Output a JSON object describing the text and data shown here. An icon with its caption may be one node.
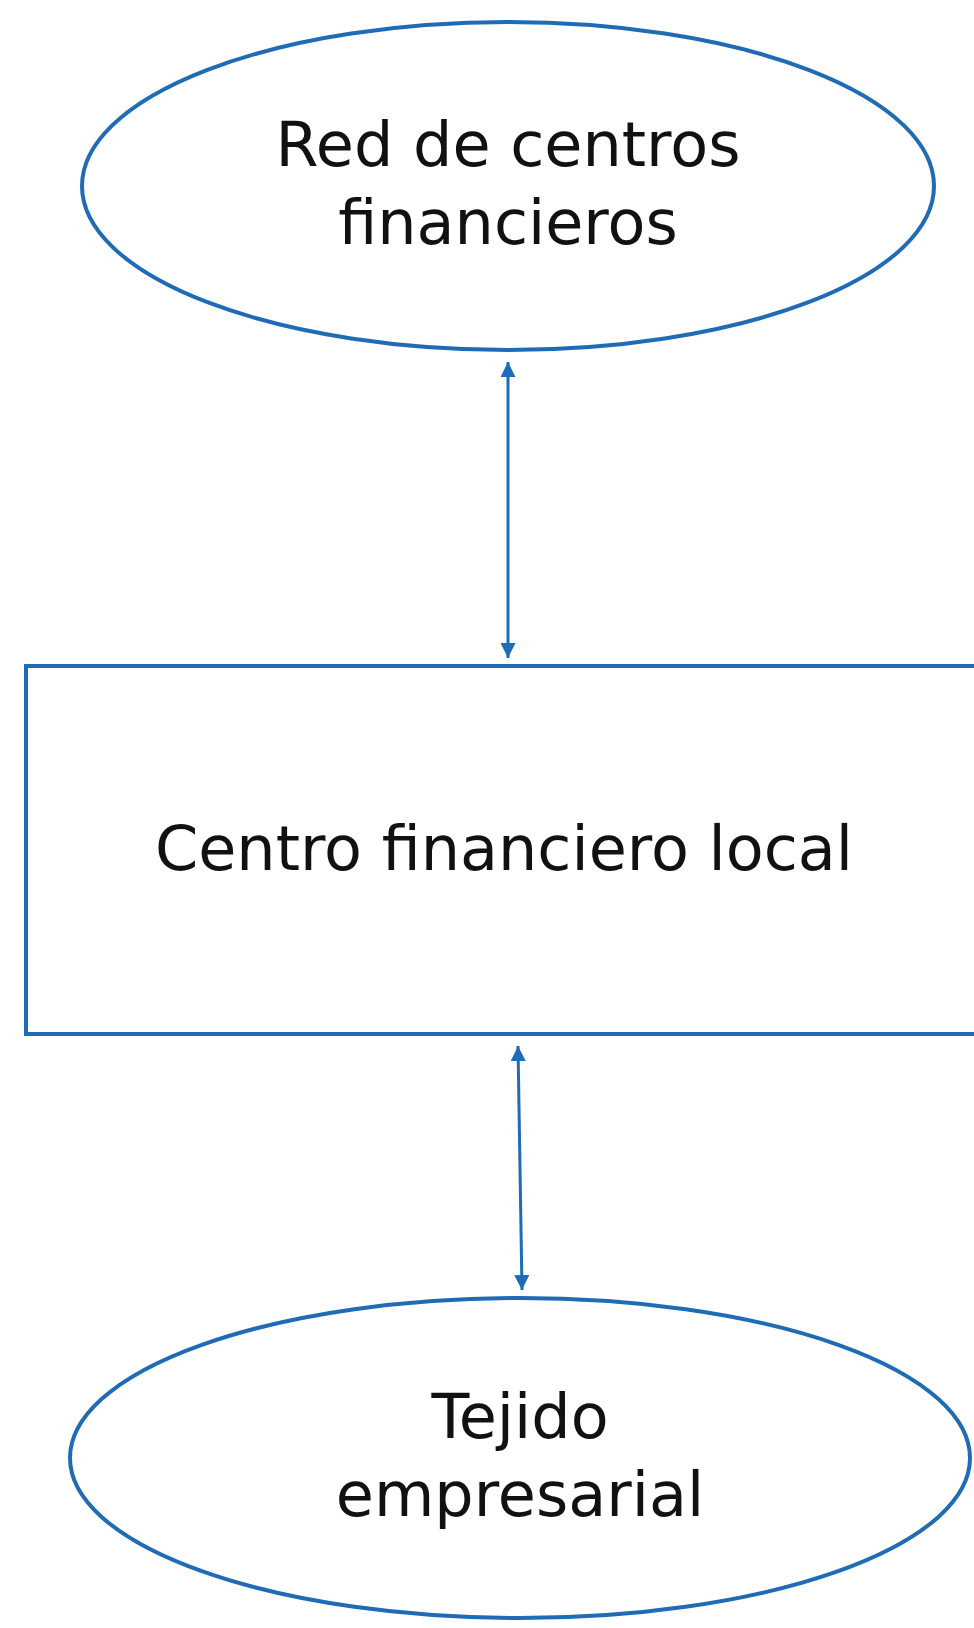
{
  "diagram": {
    "nodes": [
      {
        "text": [
          "Red de centros financieros"
        ]
      },
      {
        "text": [
          "Centro financiero local"
        ]
      },
      {
        "text": [
          "Tejido empresarial"
        ]
      }
    ],
    "edges": [
      {
        "from": 0,
        "to": 1,
        "arrow": "both"
      },
      {
        "from": 1,
        "to": 2,
        "arrow": "both"
      }
    ]
  }
}
